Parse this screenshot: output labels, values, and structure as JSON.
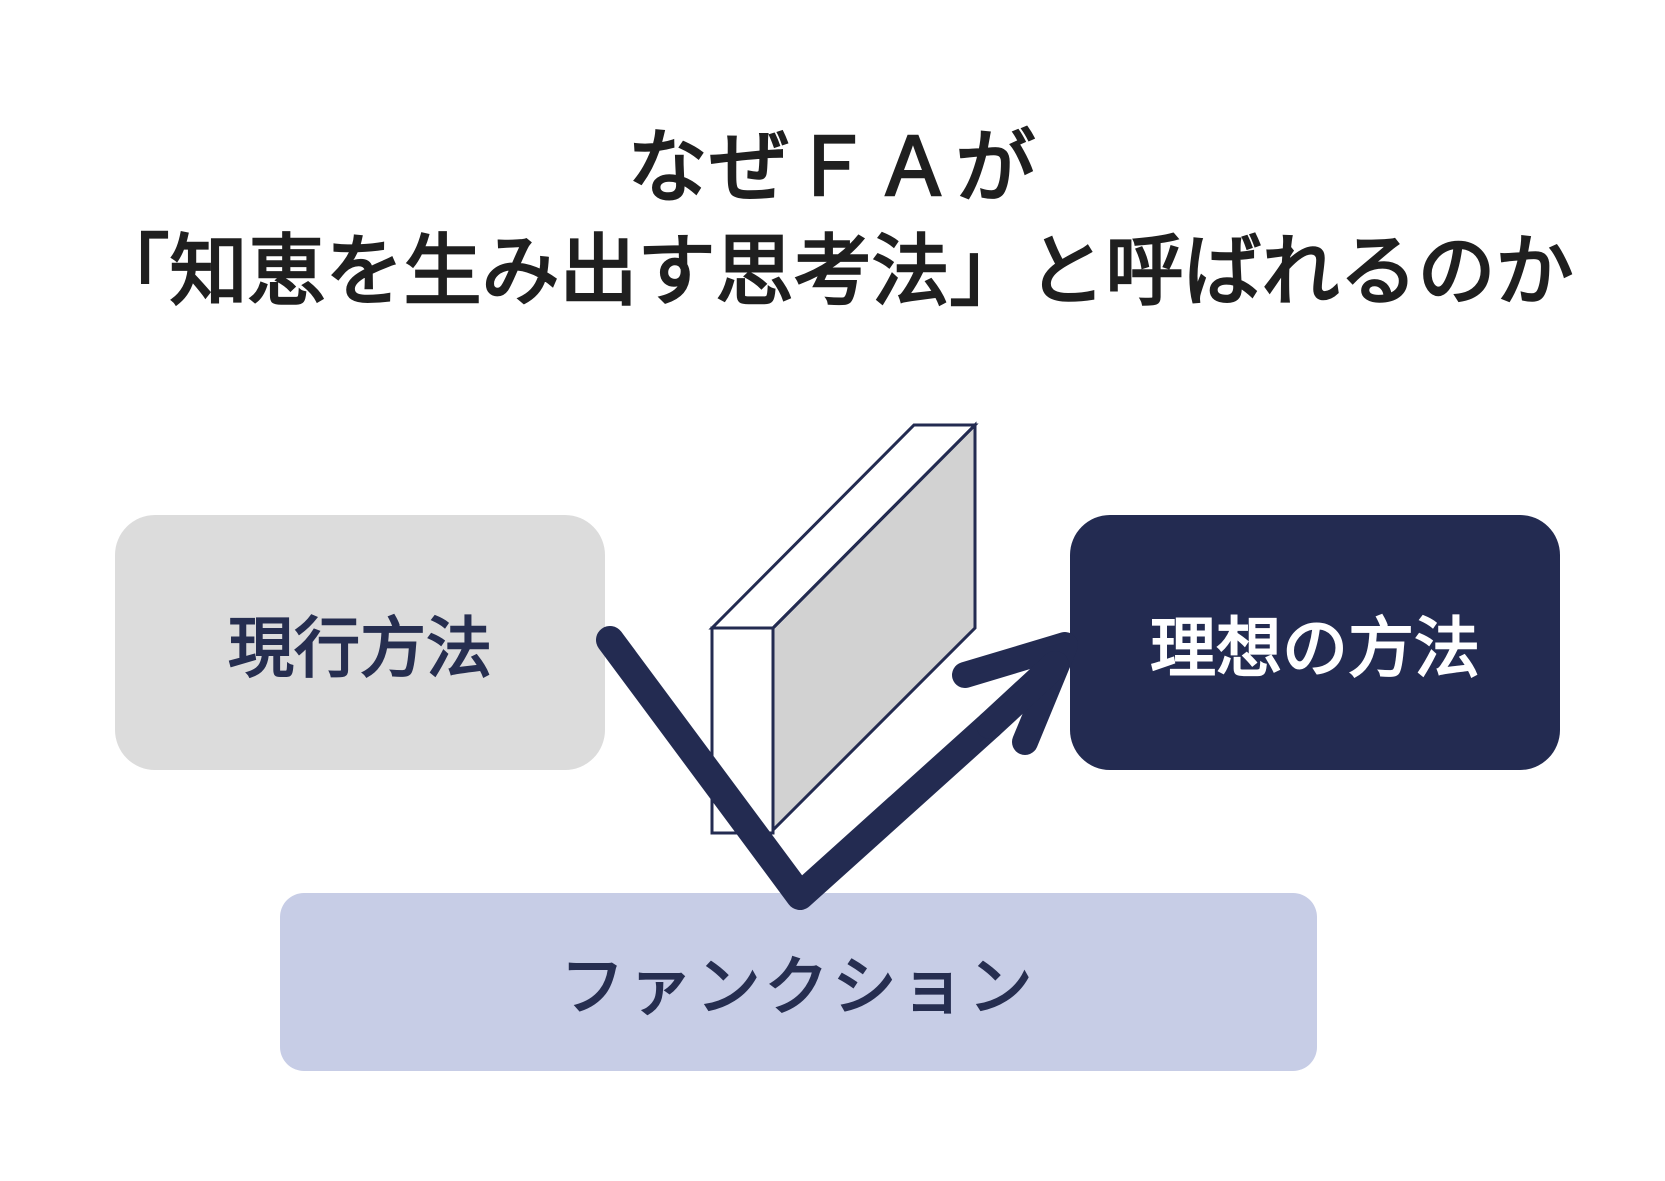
{
  "title": {
    "line1": "なぜＦＡが",
    "line2": "「知恵を生み出す思考法」と呼ばれるのか"
  },
  "boxes": {
    "current": "現行方法",
    "ideal": "理想の方法",
    "function": "ファンクション"
  },
  "colors": {
    "navy": "#232b51",
    "current_fill": "#dcdcdc",
    "function_fill": "#c7cde6",
    "wall_fill": "#d2d2d2"
  }
}
